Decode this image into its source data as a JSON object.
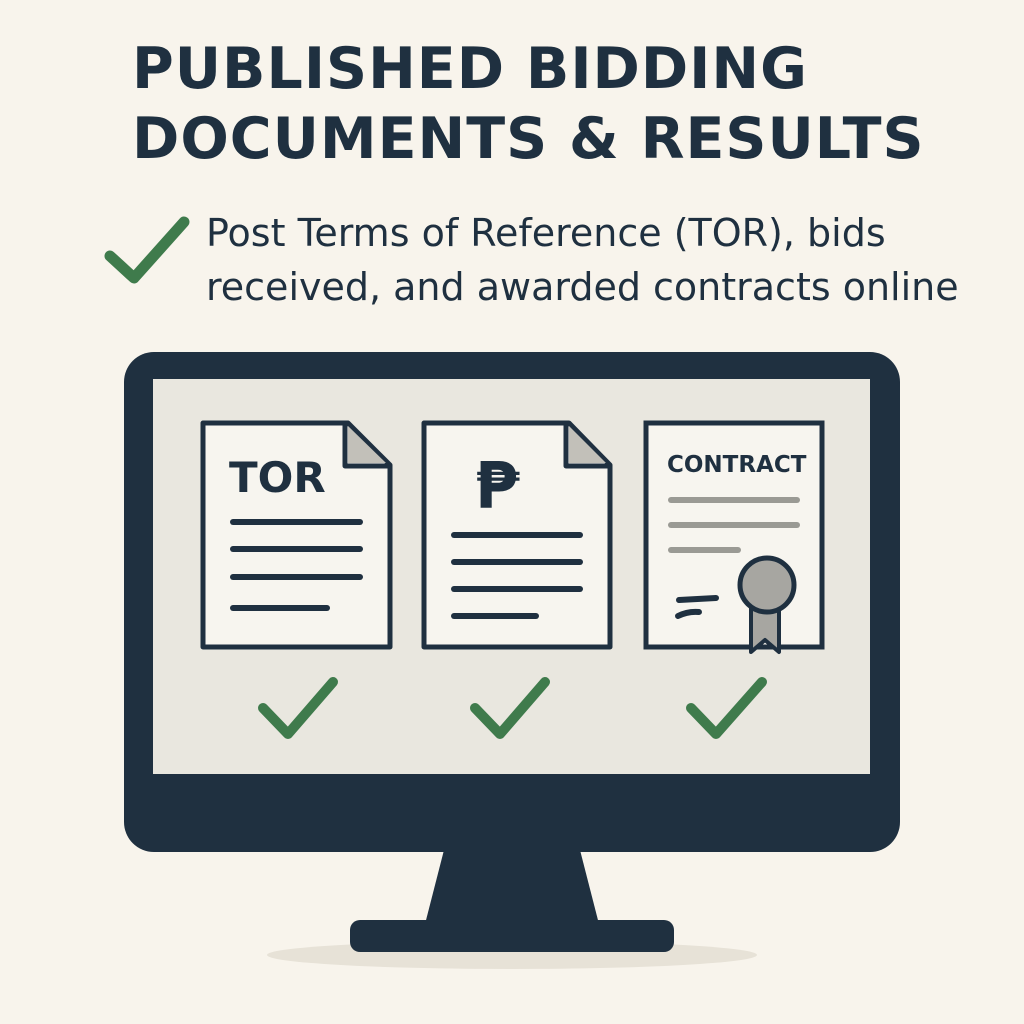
{
  "title": {
    "line1": "PUBLISHED BIDDING",
    "line2": "DOCUMENTS & RESULTS"
  },
  "subtitle": {
    "line1": "Post Terms of Reference (TOR), bids",
    "line2": "received, and awarded contracts online"
  },
  "documents": [
    {
      "label": "TOR",
      "icon": "tor-document-icon"
    },
    {
      "label": "₱",
      "icon": "peso-bid-document-icon"
    },
    {
      "label": "CONTRACT",
      "icon": "contract-document-icon"
    }
  ],
  "colors": {
    "background": "#f8f4ec",
    "ink": "#1f3040",
    "check": "#3f7b4c",
    "screen": "#e9e7df",
    "paper": "#f7f5ef",
    "gray_line": "#9a9a94"
  }
}
